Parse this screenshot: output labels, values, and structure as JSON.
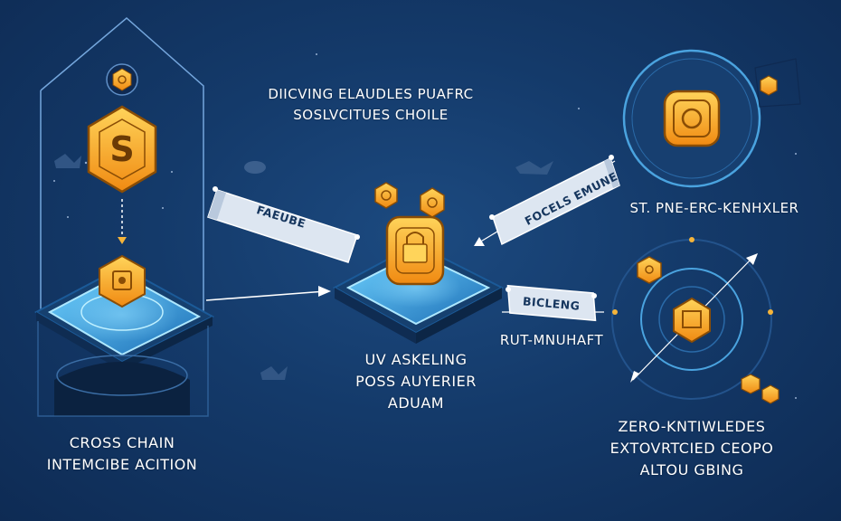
{
  "colors": {
    "background": "#143a6a",
    "accent_gold": "#f5a623",
    "platform_cyan": "#3aa9e0",
    "text": "#ffffff",
    "banner_fill": "#dde6f1"
  },
  "top_title": {
    "line1": "DIICVING ELAUDLES PUAFRC",
    "line2": "SOSLVCITUES CHOILE"
  },
  "left_caption": {
    "line1": "CROSS CHAIN",
    "line2": "INTEMCIBE ACITION"
  },
  "center_caption": {
    "line1": "UV ASKELING",
    "line2": "POSS AUYERIER",
    "line3": "ADUAM"
  },
  "right_top_label": "ST. PNE-ERC-KENHXLER",
  "right_caption": {
    "line1": "ZERO-KNTIWLEDES",
    "line2": "EXTOVRTCIED CEOPO",
    "line3": "ALTOU GBING"
  },
  "mid_label": "RUT-MNUHAFT",
  "banners": {
    "left": "FAEUBE",
    "top_right": "FOCELS EMUNE",
    "bottom_right": "BICLENG"
  },
  "icons": {
    "left_top": "shield-icon",
    "left_main": "dollar-hexagon-icon",
    "left_platform": "chip-icon",
    "center_tile": "lock-icon",
    "right_top": "seal-icon",
    "right_bottom": "token-icon"
  }
}
